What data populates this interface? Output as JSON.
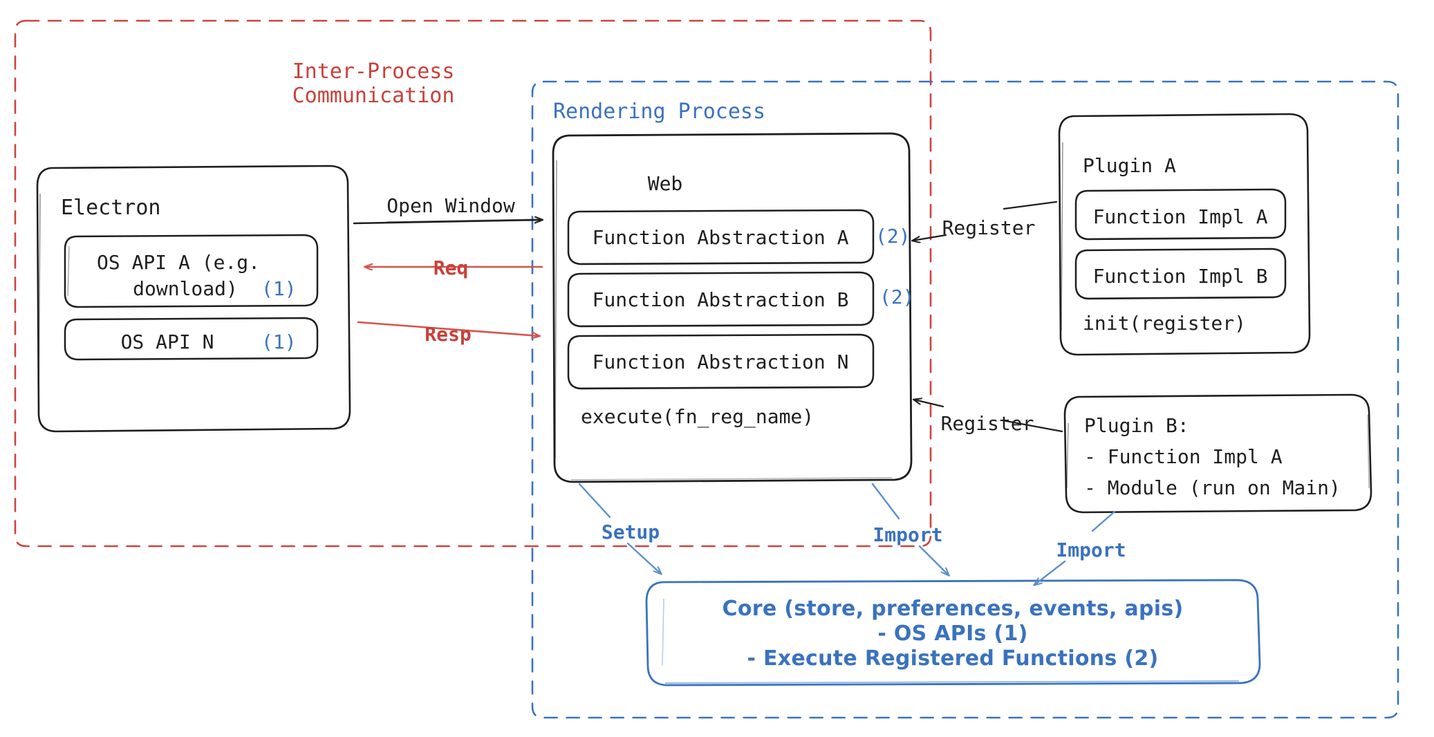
{
  "diagram": {
    "title_hidden": "",
    "colors": {
      "ink": "#1e1e1e",
      "red": "#c8413a",
      "blue": "#3a72bf",
      "background": "#ffffff"
    },
    "regions": [
      {
        "id": "ipc",
        "label": "Inter-Process\nCommunication",
        "style": "dashed",
        "color": "#c8413a"
      },
      {
        "id": "rendering",
        "label": "Rendering Process",
        "style": "dashed",
        "color": "#3a72bf"
      }
    ],
    "ipc_label_line1": "Inter-Process",
    "ipc_label_line2": "Communication",
    "rendering_label": "Rendering Process",
    "electron": {
      "title": "Electron",
      "items": [
        {
          "text": "OS API A (e.g.\ndownload)",
          "line1": "OS API A (e.g.",
          "line2": "download)",
          "marker": "(1)"
        },
        {
          "text": "OS API N",
          "line1": "OS API N",
          "line2": "",
          "marker": "(1)"
        }
      ]
    },
    "web": {
      "title": "Web",
      "items": [
        {
          "label": "Function Abstraction A",
          "marker": "(2)"
        },
        {
          "label": "Function Abstraction B",
          "marker": "(2)"
        },
        {
          "label": "Function Abstraction N",
          "marker": ""
        }
      ],
      "footer": "execute(fn_reg_name)"
    },
    "plugin_a": {
      "title": "Plugin A",
      "items": [
        {
          "label": "Function Impl A"
        },
        {
          "label": "Function Impl B"
        }
      ],
      "footer": "init(register)"
    },
    "plugin_b": {
      "line1": "Plugin B:",
      "line2": "- Function Impl A",
      "line3": "- Module (run on Main)"
    },
    "core": {
      "line1": "Core (store, preferences, events, apis)",
      "line2": "- OS APIs (1)",
      "line3": "- Execute Registered Functions (2)"
    },
    "arrows": [
      {
        "id": "open-window",
        "label": "Open Window",
        "color": "#1e1e1e",
        "direction": "right"
      },
      {
        "id": "req",
        "label": "Req",
        "color": "#c8413a",
        "direction": "left"
      },
      {
        "id": "resp",
        "label": "Resp",
        "color": "#c8413a",
        "direction": "right"
      },
      {
        "id": "register-a",
        "label": "Register",
        "color": "#1e1e1e",
        "direction": "left"
      },
      {
        "id": "register-b",
        "label": "Register",
        "color": "#1e1e1e",
        "direction": "left"
      },
      {
        "id": "setup",
        "label": "Setup",
        "color": "#3a72bf",
        "direction": "down"
      },
      {
        "id": "import-web",
        "label": "Import",
        "color": "#3a72bf",
        "direction": "down"
      },
      {
        "id": "import-plugin-b",
        "label": "Import",
        "color": "#3a72bf",
        "direction": "down"
      }
    ]
  }
}
